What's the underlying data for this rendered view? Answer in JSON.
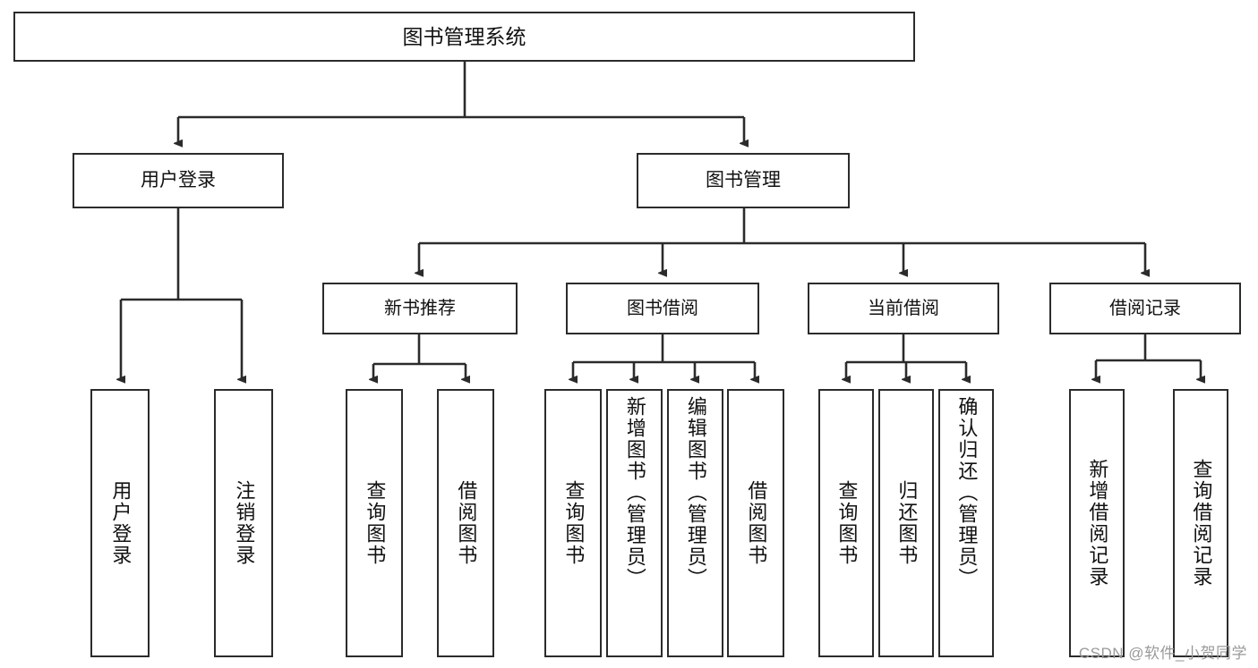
{
  "diagram": {
    "title": "图书管理系统",
    "root": {
      "label": "图书管理系统"
    },
    "level2": [
      {
        "label": "用户登录"
      },
      {
        "label": "图书管理"
      }
    ],
    "level3": [
      {
        "label": "新书推荐"
      },
      {
        "label": "图书借阅"
      },
      {
        "label": "当前借阅"
      },
      {
        "label": "借阅记录"
      }
    ],
    "leaves": {
      "user_login": [
        {
          "label": "用户登录"
        },
        {
          "label": "注销登录"
        }
      ],
      "new_book_rec": [
        {
          "label": "查询图书"
        },
        {
          "label": "借阅图书"
        }
      ],
      "book_borrow": [
        {
          "label": "查询图书"
        },
        {
          "label": "新增图书（管理员）"
        },
        {
          "label": "编辑图书（管理员）"
        },
        {
          "label": "借阅图书"
        }
      ],
      "current_borrow": [
        {
          "label": "查询图书"
        },
        {
          "label": "归还图书"
        },
        {
          "label": "确认归还（管理员）"
        }
      ],
      "borrow_record": [
        {
          "label": "新增借阅记录"
        },
        {
          "label": "查询借阅记录"
        }
      ]
    }
  },
  "watermark": {
    "text": "CSDN @软件_小贺同学"
  },
  "colors": {
    "box_border": "#2b2b2b",
    "box_fill": "#ffffff",
    "text": "#111111",
    "connector": "#2b2b2b",
    "watermark": "#9a9a9a",
    "background": "#ffffff"
  }
}
